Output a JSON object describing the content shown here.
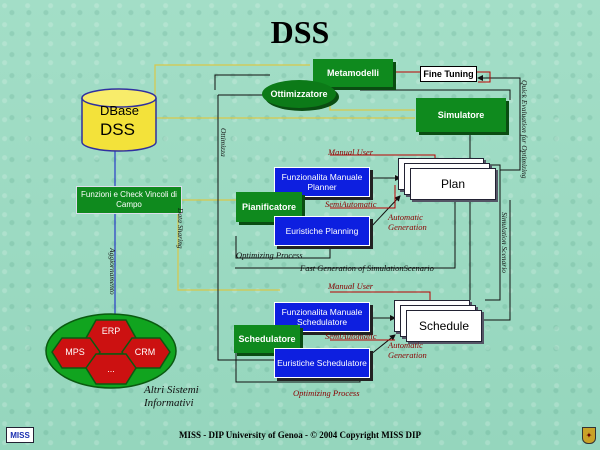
{
  "title": "DSS",
  "dbase": {
    "line1": "DBase",
    "line2": "DSS"
  },
  "boxes": {
    "metamodelli": "Metamodelli",
    "fine_tuning": "Fine Tuning",
    "ottimizzatore": "Ottimizzatore",
    "simulatore": "Simulatore",
    "funzioni_check": "Funzioni e Check Vincoli di Campo",
    "funz_planner": "Funzionalita Manuale Planner",
    "pianificatore": "Pianificatore",
    "euristiche_planning": "Euristiche Planning",
    "funz_scheduler": "Funzionalita Manuale Schedulatore",
    "schedulatore": "Schedulatore",
    "euristiche_scheduler": "Euristiche Schedulatore",
    "plan": "Plan",
    "schedule": "Schedule"
  },
  "labels": {
    "manual_user_1": "Manual User",
    "semi_1": "SemiAutomatic",
    "auto_gen_1": "Automatic Generation",
    "optimizing_1": "Optimizing Process",
    "fast_gen": "Fast Generation of SimulationScenario",
    "manual_user_2": "Manual User",
    "semi_2": "SemiAutomatic",
    "auto_gen_2": "Automatic Generation",
    "optimizing_2": "Optimizing Process",
    "ottimizzazione": "Ottimizza",
    "data_sharing": "Data Sharing",
    "aggiornamento": "Aggiornamento",
    "quick_eval": "Quick Evaluation for Optimizing",
    "simulation_scenario": "Simulation Scenario"
  },
  "systems": {
    "erp": "ERP",
    "mps": "MPS",
    "crm": "CRM",
    "dots": "...",
    "caption_line1": "Altri Sistemi",
    "caption_line2": "Informativi"
  },
  "footer": {
    "text": "MISS - DIP University of Genoa  -  © 2004 Copyright MISS DIP",
    "logo": "MISS"
  },
  "colors": {
    "green_box": "#0f8a1e",
    "blue_box": "#0d1fe0",
    "background": "#9fdcc4",
    "dbase": "#f3e23a"
  }
}
